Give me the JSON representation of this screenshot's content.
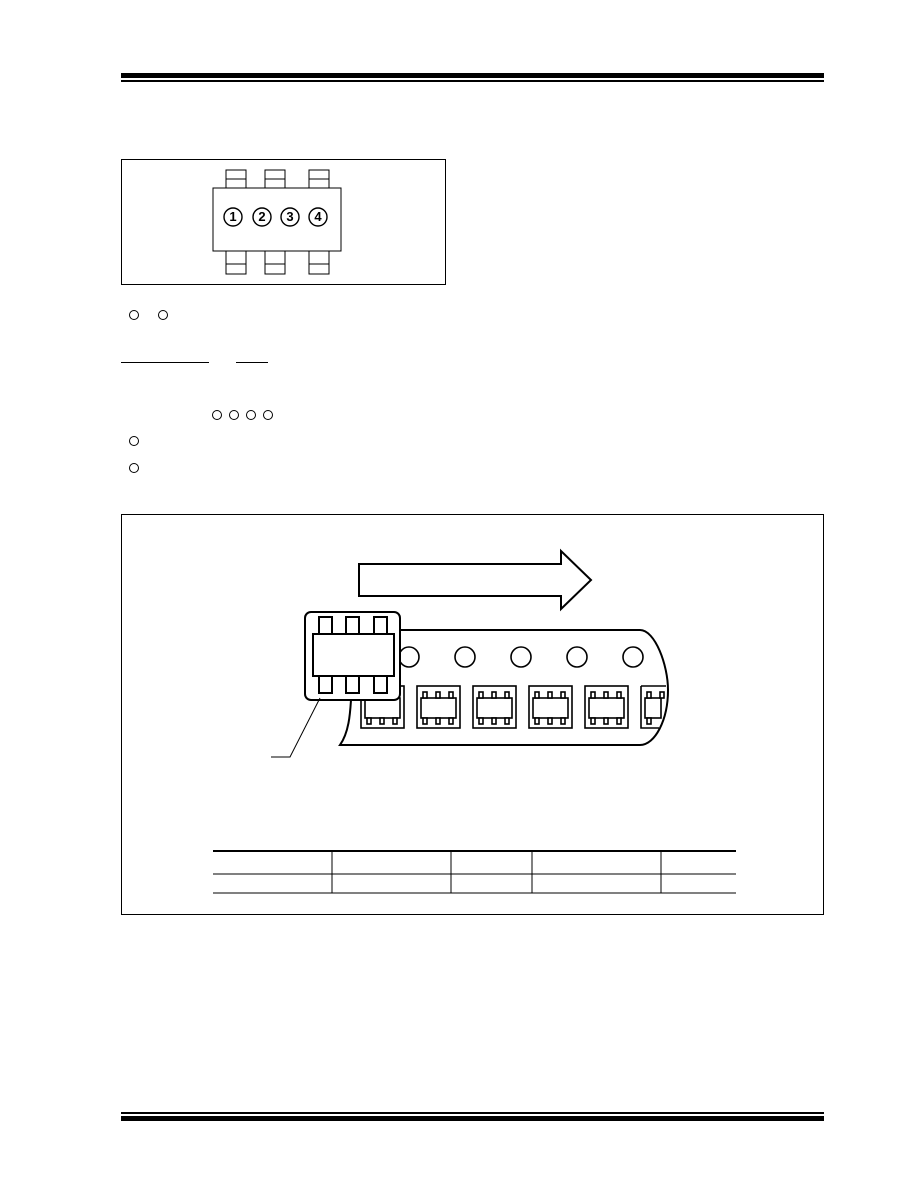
{
  "marking_diagram": {
    "pin_numbers": [
      "1",
      "2",
      "3",
      "4"
    ]
  },
  "tape_diagram": {
    "direction": "feed-direction-arrow",
    "table": {
      "columns": 5,
      "rows": 1
    }
  },
  "colors": {
    "ink": "#000000",
    "paper": "#ffffff"
  }
}
